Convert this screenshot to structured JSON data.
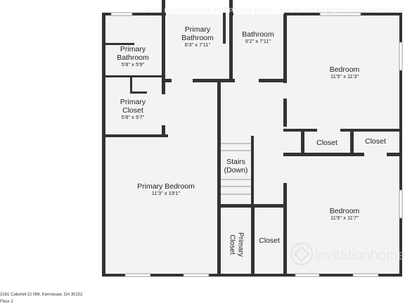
{
  "rooms": {
    "primary_bathroom_left": {
      "name": "Primary Bathroom",
      "dims": "5'8\" x 5'9\""
    },
    "primary_bathroom_top": {
      "name": "Primary Bathroom",
      "dims": "6'3\" x 7'11\""
    },
    "bathroom": {
      "name": "Bathroom",
      "dims": "5'2\" x 7'11\""
    },
    "bedroom_top": {
      "name": "Bedroom",
      "dims": "11'5\" x 11'3\""
    },
    "primary_closet_top": {
      "name": "Primary Closet",
      "dims": "5'8\" x 5'7\""
    },
    "closet_a": {
      "name": "Closet"
    },
    "closet_b": {
      "name": "Closet"
    },
    "stairs": {
      "name": "Stairs (Down)"
    },
    "primary_bedroom": {
      "name": "Primary Bedroom",
      "dims": "11'3\" x 19'1\""
    },
    "bedroom_bottom": {
      "name": "Bedroom",
      "dims": "11'5\" x 11'7\""
    },
    "primary_closet_vertical": {
      "name": "Primary Closet"
    },
    "closet_c": {
      "name": "Closet"
    }
  },
  "footer": {
    "address": "3161 Calumet Ct NW, Kennesaw, GA 30152",
    "floor": "Floor 2"
  },
  "watermark": {
    "brand": "invitationhomes",
    "top_text": "FOR ILLUSTRATIVE PURPOSES ONLY · ALL MEASUREMENTS ARE APPROXIMATE"
  },
  "colors": {
    "wall": "#333333",
    "floor": "#f3f3f3"
  }
}
